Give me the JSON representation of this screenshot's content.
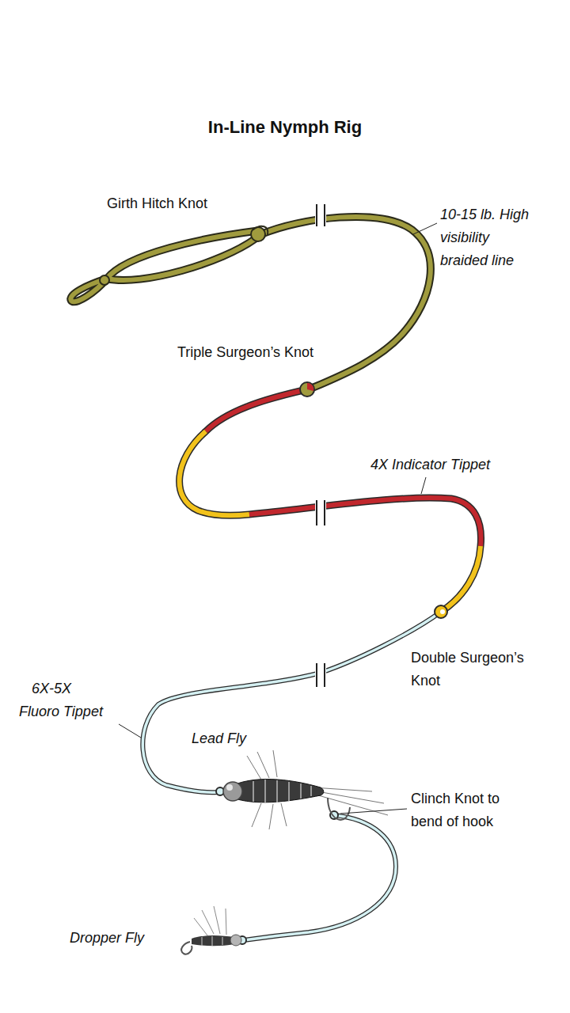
{
  "diagram": {
    "title": "In-Line Nymph Rig",
    "labels": [
      "Girth Hitch Knot",
      "10-15 lb. High visibility braided line",
      "Triple Surgeon’s Knot",
      "4X Indicator Tippet",
      "Double Surgeon’s Knot",
      "6X-5X Fluoro Tippet",
      "Lead Fly",
      "Clinch Knot to bend of hook",
      "Dropper Fly"
    ]
  }
}
